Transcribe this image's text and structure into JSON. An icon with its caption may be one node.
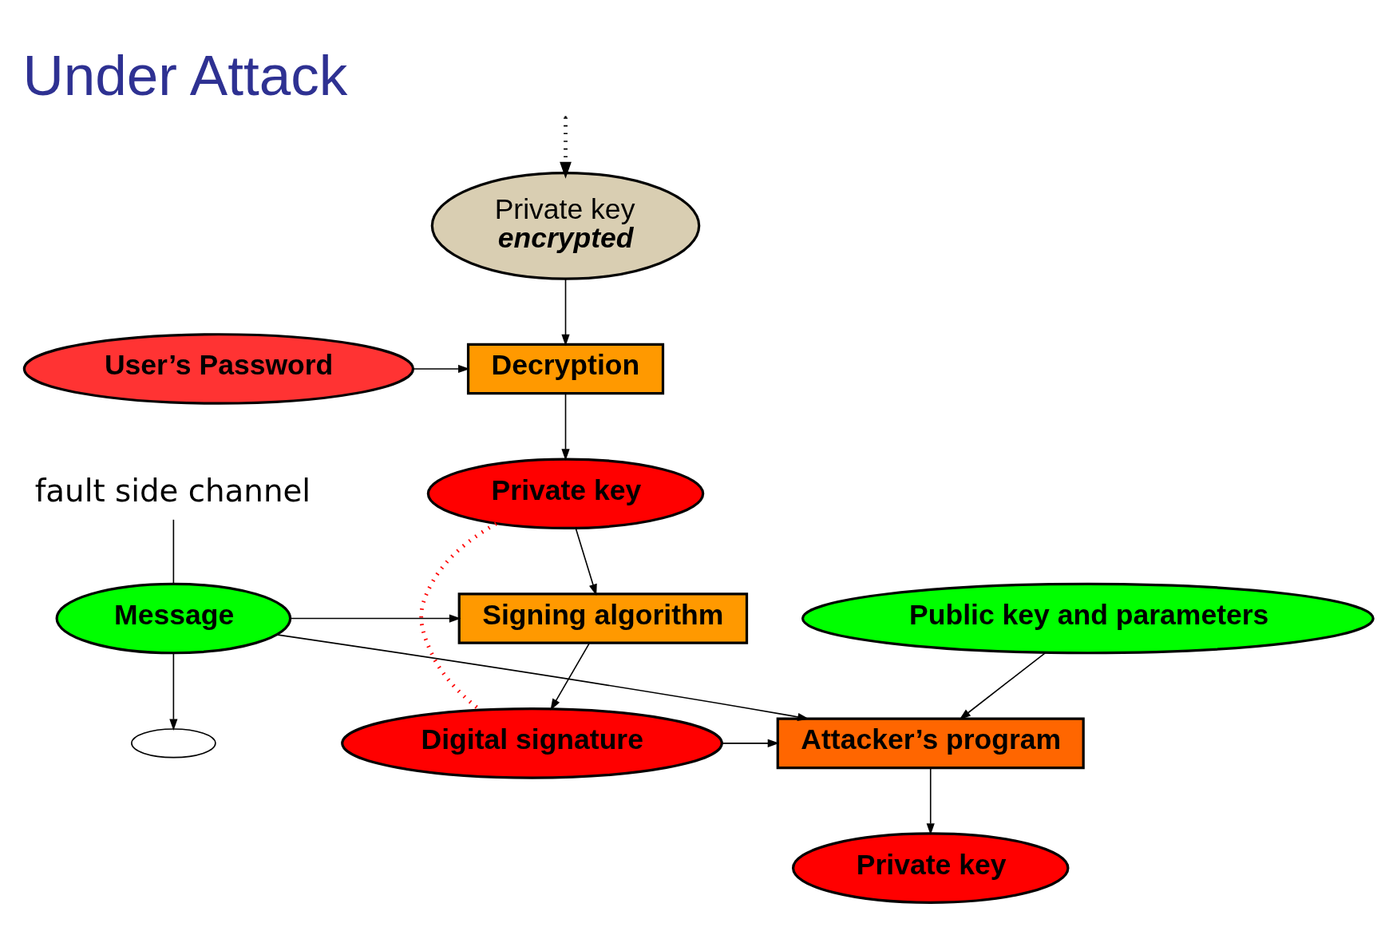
{
  "diagram": {
    "title": "Under Attack",
    "nodes": [
      {
        "text": [
          "Private key",
          "encrypted"
        ]
      },
      {
        "text": [
          "User’s Password"
        ]
      },
      {
        "text": [
          "Decryption"
        ]
      },
      {
        "text": [
          "fault side channel"
        ]
      },
      {
        "text": [
          "Public key and parameters"
        ]
      },
      {
        "text": [
          "Private key"
        ]
      },
      {
        "text": [
          "Message"
        ]
      },
      {
        "text": [
          "Signing algorithm"
        ]
      },
      {
        "text": [
          "Private key"
        ]
      },
      {
        "text": [],
        "shape": "ellipse"
      },
      {
        "text": [
          "Attacker’s program"
        ]
      },
      {
        "text": [
          "Digital signature"
        ]
      }
    ],
    "edges": [
      {
        "from": null,
        "to": 0,
        "arrow": "to",
        "style": "dashed"
      },
      {
        "from": 0,
        "to": 2,
        "arrow": "to"
      },
      {
        "from": 1,
        "to": 2,
        "arrow": "to"
      },
      {
        "from": 2,
        "to": 5,
        "arrow": "to"
      },
      {
        "from": 5,
        "to": 7,
        "arrow": "to"
      },
      {
        "from": 6,
        "to": 7,
        "arrow": "to"
      },
      {
        "from": 7,
        "to": 11,
        "arrow": "to"
      },
      {
        "from": 6,
        "to": 9,
        "arrow": "to"
      },
      {
        "from": 3,
        "to": 6,
        "arrow": "none"
      },
      {
        "from": 4,
        "to": 10,
        "arrow": "to"
      },
      {
        "from": 6,
        "to": 10,
        "arrow": "to"
      },
      {
        "from": 11,
        "to": 10,
        "arrow": "to"
      },
      {
        "from": 10,
        "to": 8,
        "arrow": "to"
      },
      {
        "from": 5,
        "to": 11,
        "arrow": "none",
        "style": "dashed",
        "color": "#ff0000"
      }
    ]
  }
}
